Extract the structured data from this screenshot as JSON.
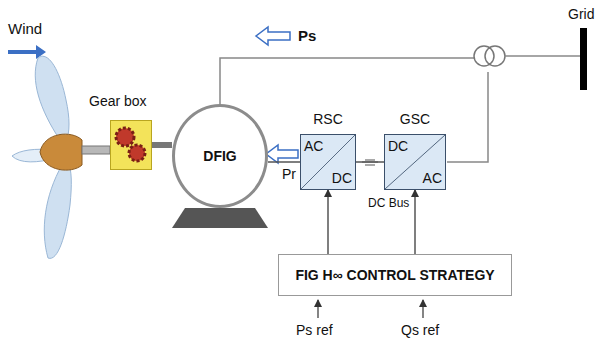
{
  "diagram": {
    "nodes": [
      {
        "text": [
          "Gear box"
        ]
      },
      {
        "text": [
          "DFIG"
        ]
      },
      {
        "text": [
          "RSC",
          "AC",
          "DC"
        ]
      },
      {
        "text": [
          "GSC",
          "DC",
          "AC"
        ]
      },
      {
        "text": [
          "FIG H∞ CONTROL STRATEGY"
        ]
      }
    ],
    "edges": [
      {
        "from": 0,
        "to": 1,
        "arrow": "none"
      },
      {
        "from": 1,
        "to": 2,
        "arrow": "none"
      },
      {
        "from": 2,
        "to": 3,
        "arrow": "none"
      },
      {
        "from": 4,
        "to": 2,
        "arrow": "to"
      },
      {
        "from": 4,
        "to": 3,
        "arrow": "to"
      }
    ],
    "labels": [
      "Wind",
      "Ps",
      "Pr",
      "DC Bus",
      "Grid",
      "Ps ref",
      "Qs ref"
    ]
  }
}
